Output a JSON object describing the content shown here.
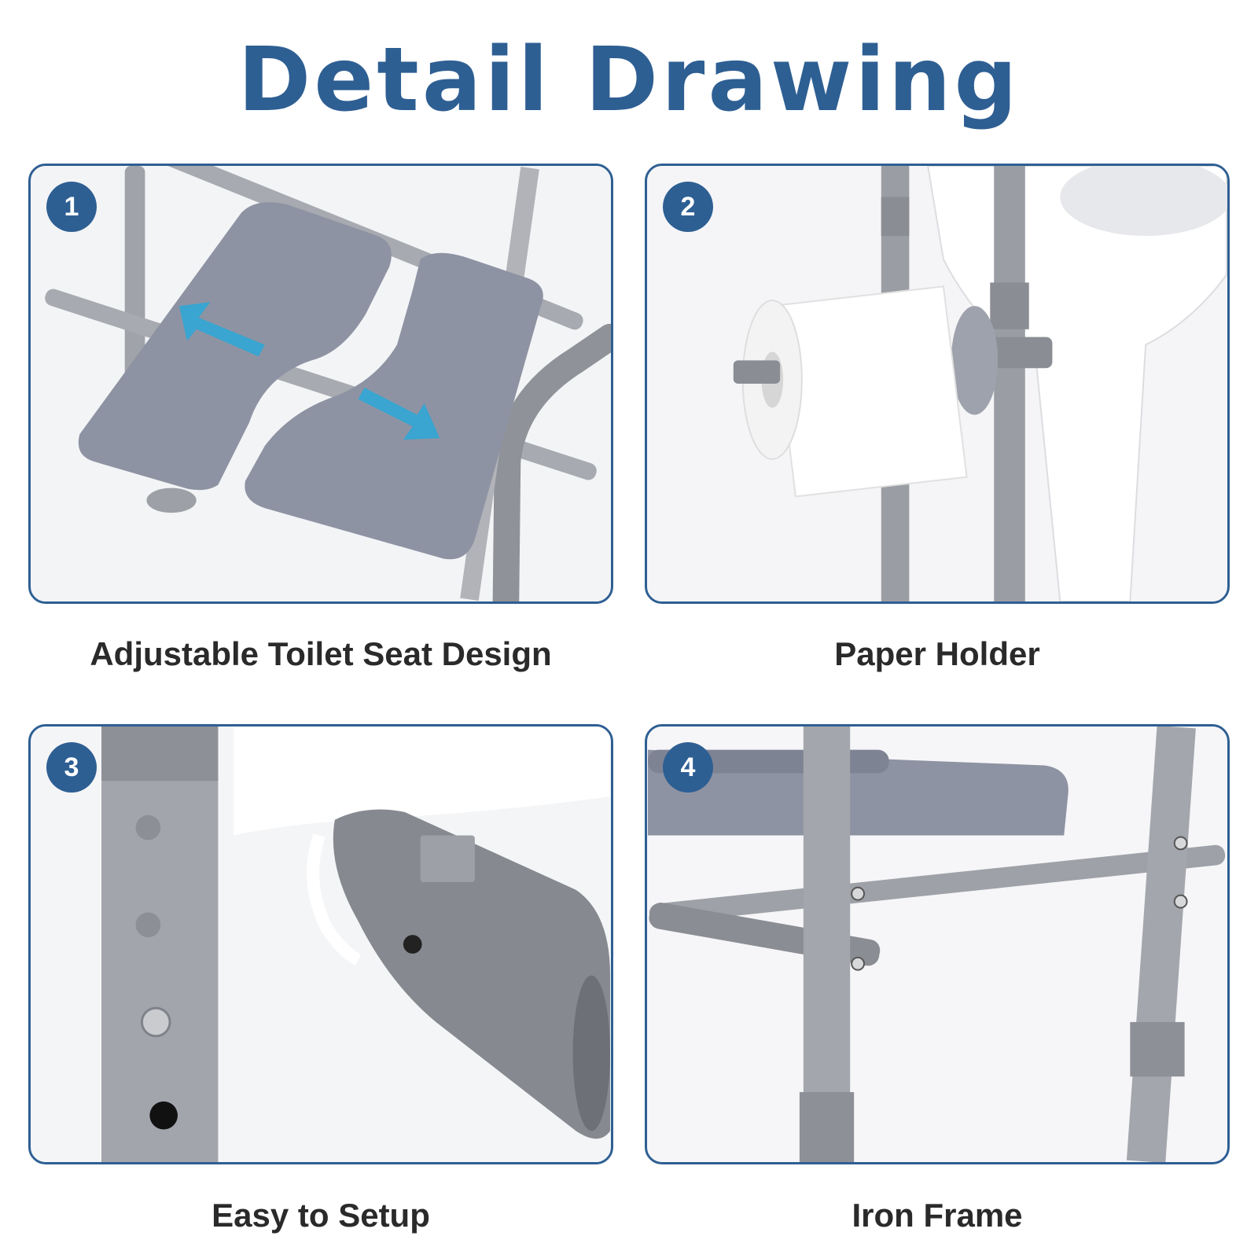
{
  "title": "Detail  Drawing",
  "panels": [
    {
      "number": "1",
      "caption": "Adjustable Toilet Seat Design"
    },
    {
      "number": "2",
      "caption": "Paper Holder"
    },
    {
      "number": "3",
      "caption": "Easy to Setup"
    },
    {
      "number": "4",
      "caption": "Iron Frame"
    }
  ],
  "colors": {
    "accent": "#2e5f93",
    "seat": "#8e93a3",
    "frame": "#9a9da3",
    "arrow": "#2aa8d8"
  }
}
